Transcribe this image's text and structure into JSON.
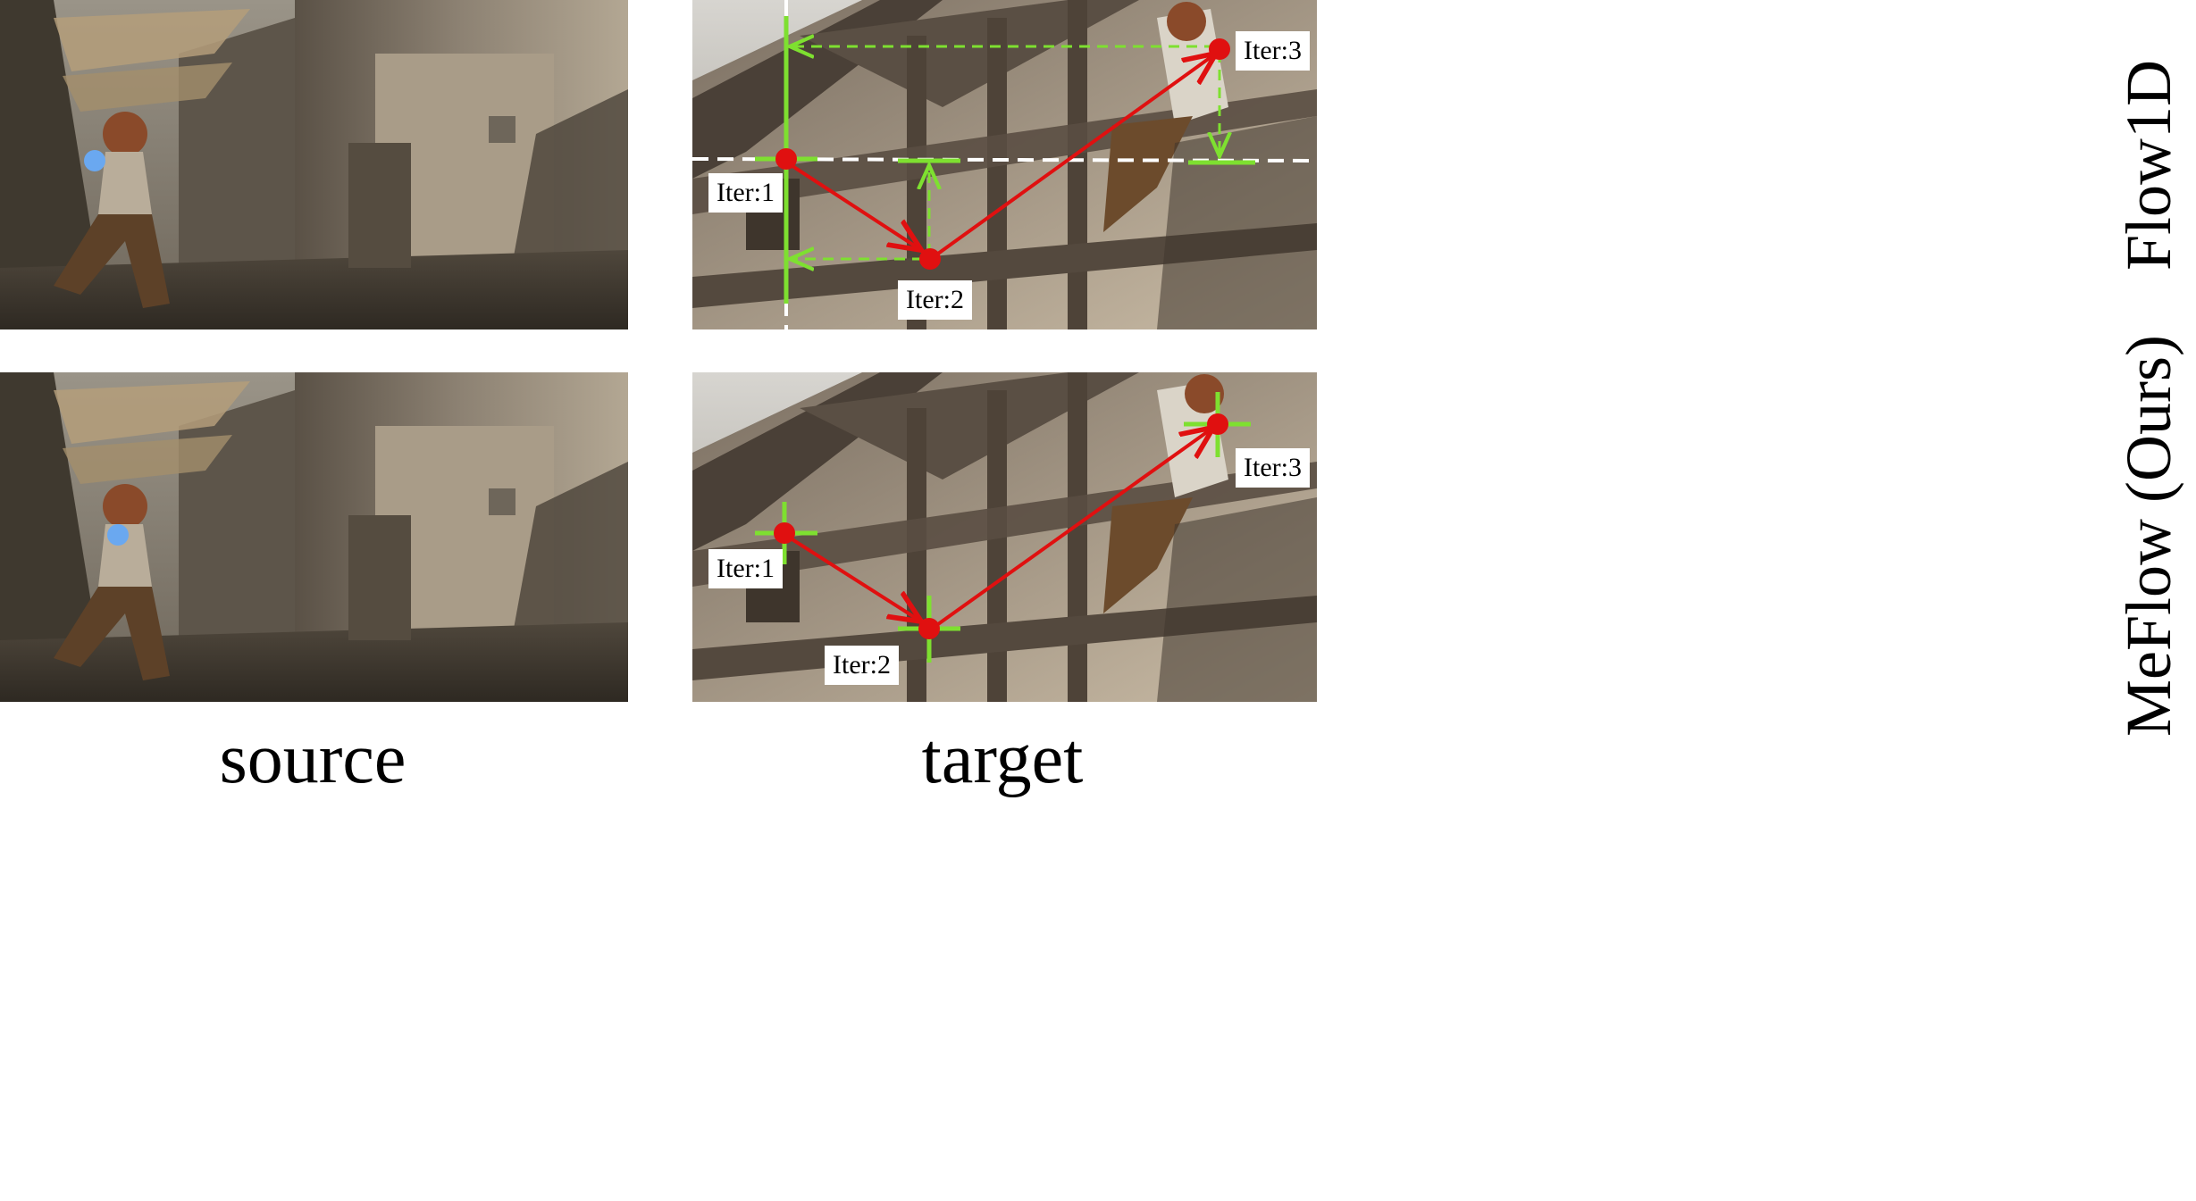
{
  "columns": {
    "source": "source",
    "target": "target"
  },
  "rows": {
    "flow1d": "Flow1D",
    "meflow": "MeFlow (Ours)"
  },
  "iterations": {
    "flow1d": {
      "iter1": "Iter:1",
      "iter2": "Iter:2",
      "iter3": "Iter:3"
    },
    "meflow": {
      "iter1": "Iter:1",
      "iter2": "Iter:2",
      "iter3": "Iter:3"
    }
  },
  "colors": {
    "query_point": "#6aa8f0",
    "iter_point": "#e01010",
    "path_arrow": "#e01010",
    "search_line": "#7ee030",
    "guide_line": "#ffffff"
  }
}
